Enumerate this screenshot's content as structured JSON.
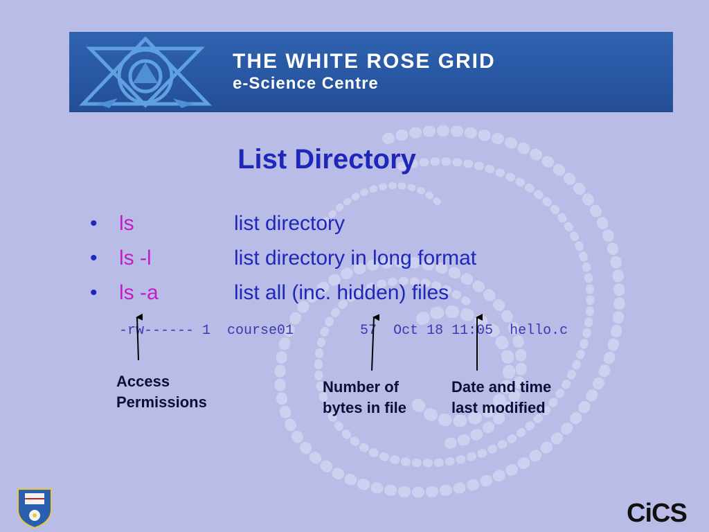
{
  "banner": {
    "title": "THE WHITE ROSE GRID",
    "subtitle": "e-Science Centre"
  },
  "slide": {
    "title": "List Directory",
    "bullets": [
      {
        "command": "ls",
        "description": "list directory"
      },
      {
        "command": "ls -l",
        "description": "list directory in long format"
      },
      {
        "command": "ls -a",
        "description": "list all (inc. hidden) files"
      }
    ],
    "listing": "-rw------ 1  course01        57  Oct 18 11:05  hello.c",
    "annotations": {
      "permissions": [
        "Access",
        "Permissions"
      ],
      "bytes": [
        "Number of",
        "bytes in file"
      ],
      "datetime": [
        "Date and time",
        "last modified"
      ]
    }
  },
  "footer": {
    "logo_text": "CiCS",
    "crest_icon": "university-crest-icon"
  },
  "colors": {
    "background": "#b9bce6",
    "banner": "#2856a2",
    "title": "#1f27b8",
    "command": "#c21ec2"
  }
}
